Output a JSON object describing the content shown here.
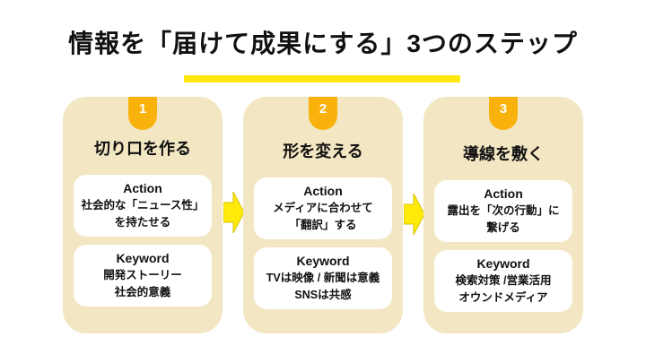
{
  "title": "情報を「届けて成果にする」3つのステップ",
  "steps": [
    {
      "number": "1",
      "heading": "切り口を作る",
      "action_label": "Action",
      "action_lines": [
        "社会的な「ニュース性」",
        "を持たせる"
      ],
      "keyword_label": "Keyword",
      "keyword_lines": [
        "開発ストーリー",
        "社会的意義"
      ]
    },
    {
      "number": "2",
      "heading": "形を変える",
      "action_label": "Action",
      "action_lines": [
        "メディアに合わせて",
        "「翻訳」する"
      ],
      "keyword_label": "Keyword",
      "keyword_lines": [
        "TVは映像 / 新聞は意義",
        "SNSは共感"
      ]
    },
    {
      "number": "3",
      "heading": "導線を敷く",
      "action_label": "Action",
      "action_lines": [
        "露出を「次の行動」に",
        "繋げる"
      ],
      "keyword_label": "Keyword",
      "keyword_lines": [
        "検索対策 /営業活用",
        "オウンドメディア"
      ]
    }
  ],
  "colors": {
    "page-bg": "#FFFFFF",
    "text-color": "#111111",
    "underline-color": "#FFE60C",
    "card-bg": "#F3E6C2",
    "badge-bg": "#F9B10C",
    "badge-text": "#FFFFFF",
    "box-bg": "#FFFFFF",
    "arrow-fill": "#FFEA0A",
    "arrow-stroke": "#D6C400"
  }
}
